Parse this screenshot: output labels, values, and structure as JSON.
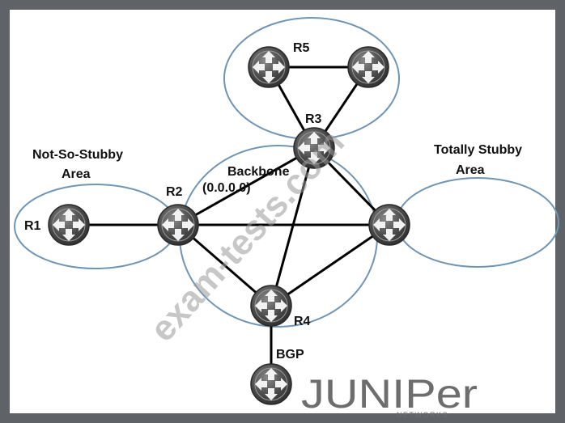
{
  "areas": {
    "nssa_line1": "Not-So-Stubby",
    "nssa_line2": "Area",
    "backbone_line1": "Backbone",
    "backbone_line2": "(0.0.0.0)",
    "stubby_line1": "Totally Stubby",
    "stubby_line2": "Area"
  },
  "routers": {
    "r1": "R1",
    "r2": "R2",
    "r3": "R3",
    "r4": "R4",
    "r5": "R5"
  },
  "links": {
    "bgp": "BGP"
  },
  "watermark": "exam-tests.com",
  "logo": {
    "brand": "JUNIPer",
    "sub": "NETWORKS"
  },
  "colors": {
    "area_outline": "#6f95b5",
    "router_fill": "#4a4a4a",
    "link": "#000000"
  }
}
